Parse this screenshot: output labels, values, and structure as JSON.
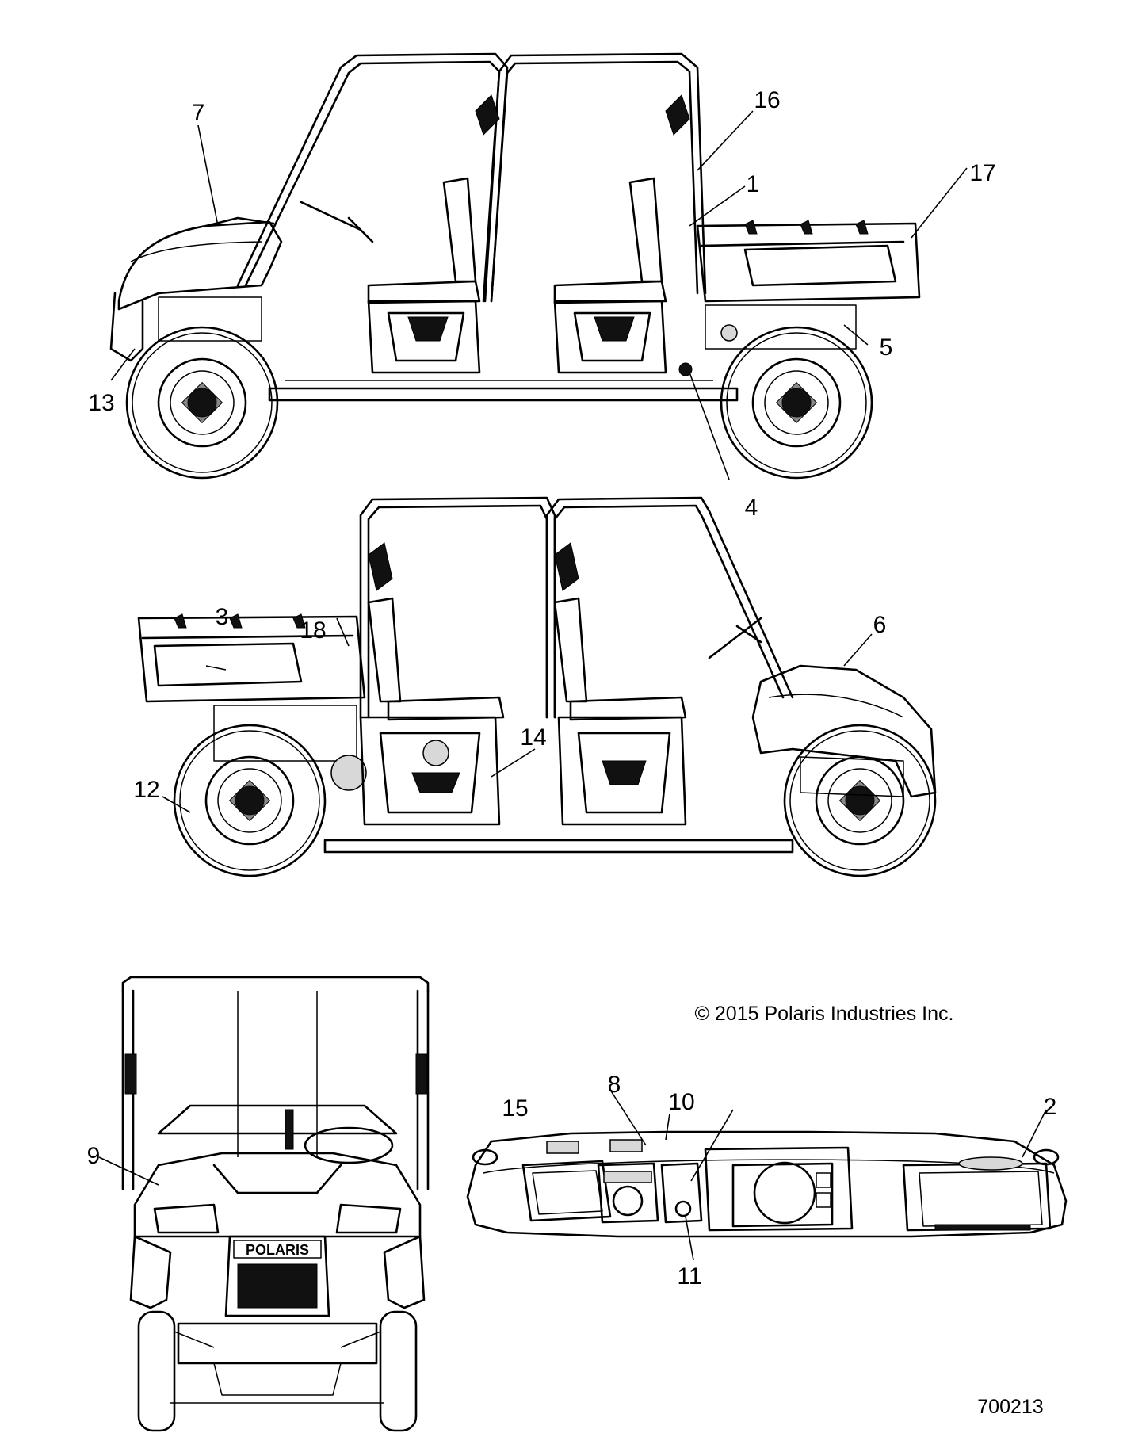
{
  "copyright": "© 2015 Polaris Industries Inc.",
  "figure_number": "700213",
  "callouts": [
    {
      "id": "1",
      "label": "1"
    },
    {
      "id": "2",
      "label": "2"
    },
    {
      "id": "3",
      "label": "3"
    },
    {
      "id": "4",
      "label": "4"
    },
    {
      "id": "5",
      "label": "5"
    },
    {
      "id": "6",
      "label": "6"
    },
    {
      "id": "7",
      "label": "7"
    },
    {
      "id": "8",
      "label": "8"
    },
    {
      "id": "9",
      "label": "9"
    },
    {
      "id": "10",
      "label": "10"
    },
    {
      "id": "11",
      "label": "11"
    },
    {
      "id": "12",
      "label": "12"
    },
    {
      "id": "13",
      "label": "13"
    },
    {
      "id": "14",
      "label": "14"
    },
    {
      "id": "15",
      "label": "15"
    },
    {
      "id": "16",
      "label": "16"
    },
    {
      "id": "17",
      "label": "17"
    },
    {
      "id": "18",
      "label": "18"
    }
  ],
  "front_view": {
    "grille_badge": "POLARIS"
  }
}
